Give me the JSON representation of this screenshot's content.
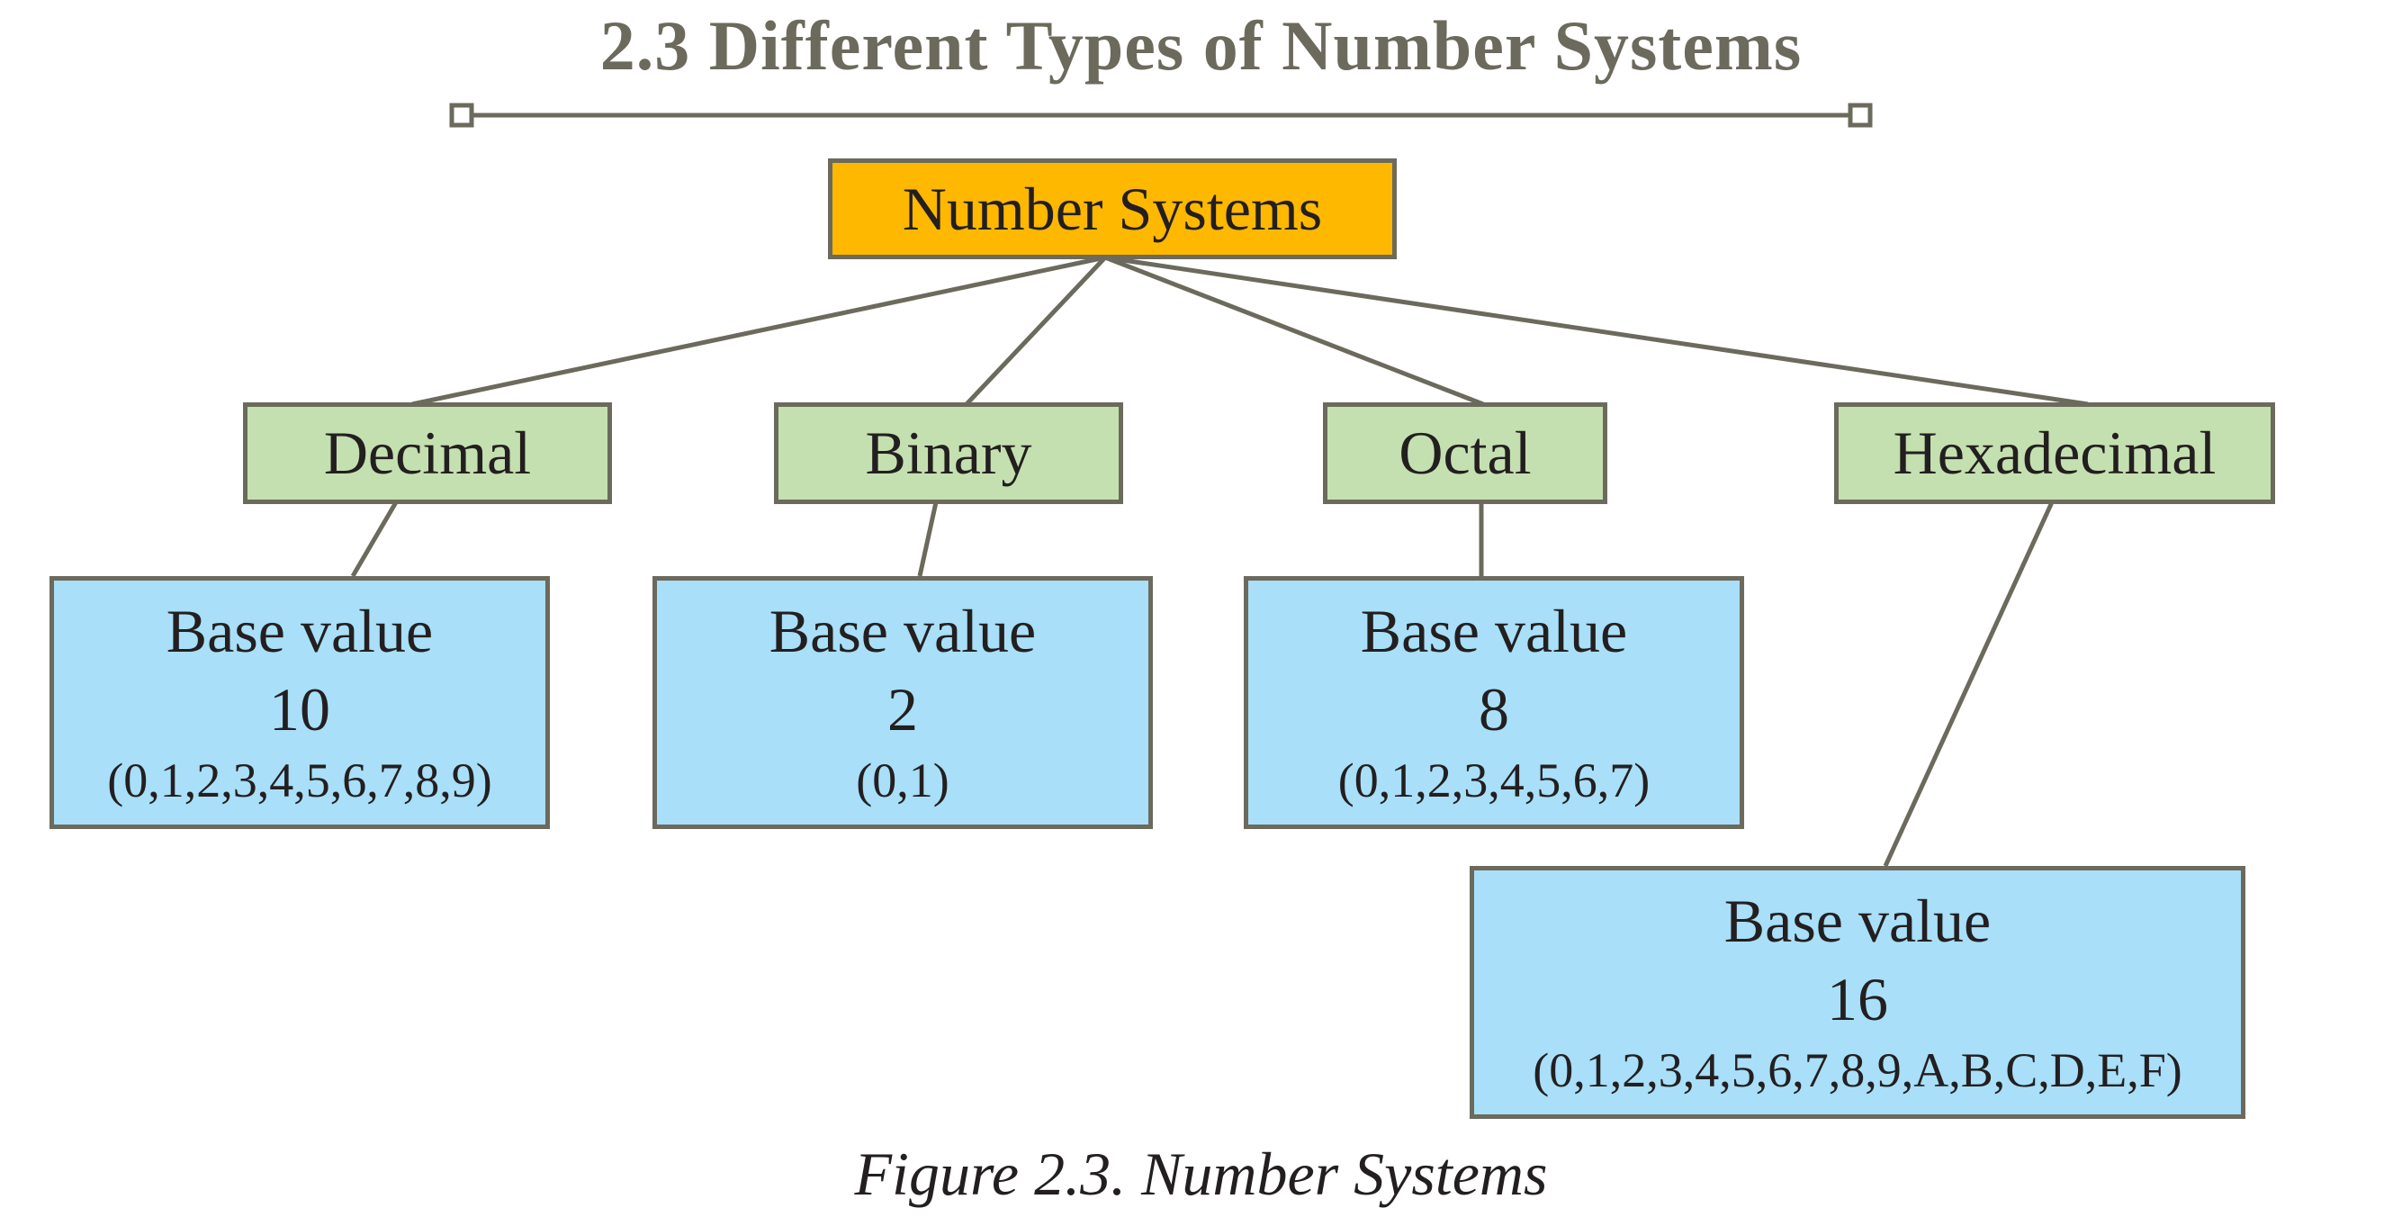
{
  "title": "2.3 Different Types of  Number Systems",
  "root": {
    "label": "Number Systems"
  },
  "types": [
    {
      "label": "Decimal",
      "base_label": "Base value",
      "base": "10",
      "digits": "(0,1,2,3,4,5,6,7,8,9)"
    },
    {
      "label": "Binary",
      "base_label": "Base value",
      "base": "2",
      "digits": "(0,1)"
    },
    {
      "label": "Octal",
      "base_label": "Base value",
      "base": "8",
      "digits": "(0,1,2,3,4,5,6,7)"
    },
    {
      "label": "Hexadecimal",
      "base_label": "Base value",
      "base": "16",
      "digits": "(0,1,2,3,4,5,6,7,8,9,A,B,C,D,E,F)"
    }
  ],
  "caption": "Figure  2.3. Number Systems",
  "colors": {
    "root_fill": "#ffb800",
    "type_fill": "#c5e0b0",
    "base_fill": "#a9dff8",
    "border": "#6b6a5c",
    "title": "#6b6a5c"
  }
}
